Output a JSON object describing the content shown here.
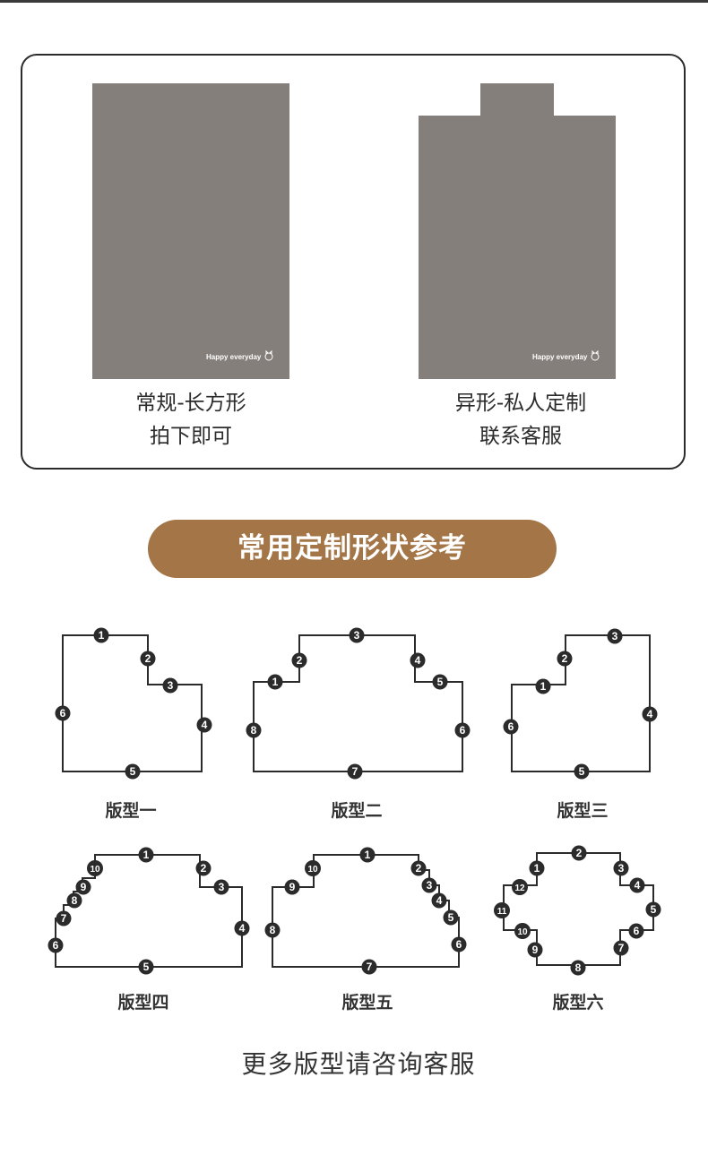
{
  "mats": [
    {
      "caption_line1": "常规-长方形",
      "caption_line2": "拍下即可",
      "badge": "Happy everyday"
    },
    {
      "caption_line1": "异形-私人定制",
      "caption_line2": "联系客服",
      "badge": "Happy everyday"
    }
  ],
  "section_title": "常用定制形状参考",
  "variants": [
    {
      "label": "版型一",
      "markers": [
        "1",
        "2",
        "3",
        "4",
        "5",
        "6"
      ]
    },
    {
      "label": "版型二",
      "markers": [
        "1",
        "2",
        "3",
        "4",
        "5",
        "6",
        "7",
        "8"
      ]
    },
    {
      "label": "版型三",
      "markers": [
        "1",
        "2",
        "3",
        "4",
        "5",
        "6"
      ]
    },
    {
      "label": "版型四",
      "markers": [
        "1",
        "2",
        "3",
        "4",
        "5",
        "6",
        "7",
        "8",
        "9",
        "10"
      ]
    },
    {
      "label": "版型五",
      "markers": [
        "1",
        "2",
        "3",
        "4",
        "5",
        "6",
        "7",
        "8",
        "9",
        "10"
      ]
    },
    {
      "label": "版型六",
      "markers": [
        "1",
        "2",
        "3",
        "4",
        "5",
        "6",
        "7",
        "8",
        "9",
        "10",
        "11",
        "12"
      ]
    }
  ],
  "footer": "更多版型请咨询客服",
  "colors": {
    "mat": "#857f7b",
    "accent": "#a37547",
    "outline": "#2b2b2b"
  }
}
